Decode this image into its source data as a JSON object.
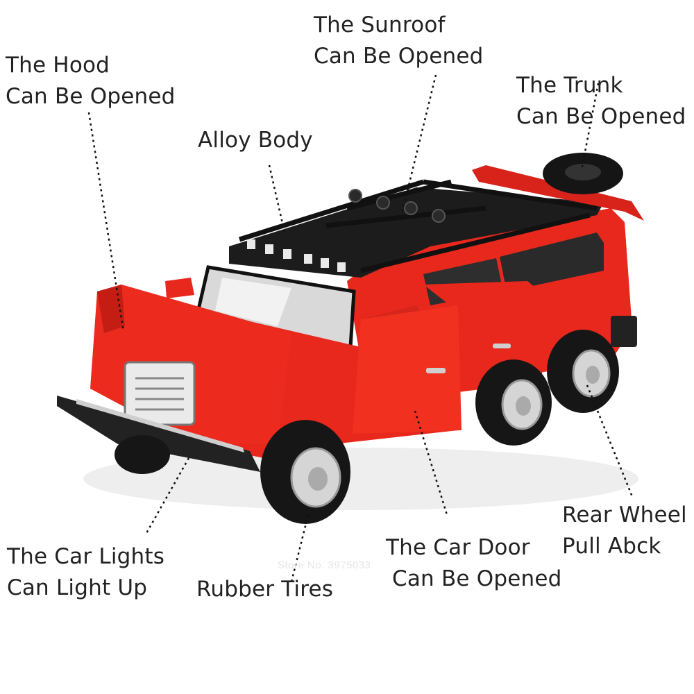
{
  "colors": {
    "body_red": "#e8281c",
    "body_red_dark": "#b5170f",
    "roof_black": "#1c1c1c",
    "chrome": "#d8d8d8",
    "label_text": "#222222",
    "leader_line": "#111111"
  },
  "callouts": {
    "hood": {
      "line1": "The Hood",
      "line2": "Can Be Opened"
    },
    "sunroof": {
      "line1": "The Sunroof",
      "line2": "Can Be Opened"
    },
    "trunk": {
      "line1": "The Trunk",
      "line2": "Can Be Opened"
    },
    "alloy_body": {
      "line1": "Alloy Body"
    },
    "car_lights": {
      "line1": "The Car Lights",
      "line2": "Can Light Up"
    },
    "rubber_tires": {
      "line1": "Rubber Tires"
    },
    "car_door": {
      "line1": "The Car Door",
      "line2": "Can Be Opened"
    },
    "rear_wheel": {
      "line1": "Rear Wheel",
      "line2": "Pull Abck"
    }
  },
  "watermark": "Store No. 3975033"
}
